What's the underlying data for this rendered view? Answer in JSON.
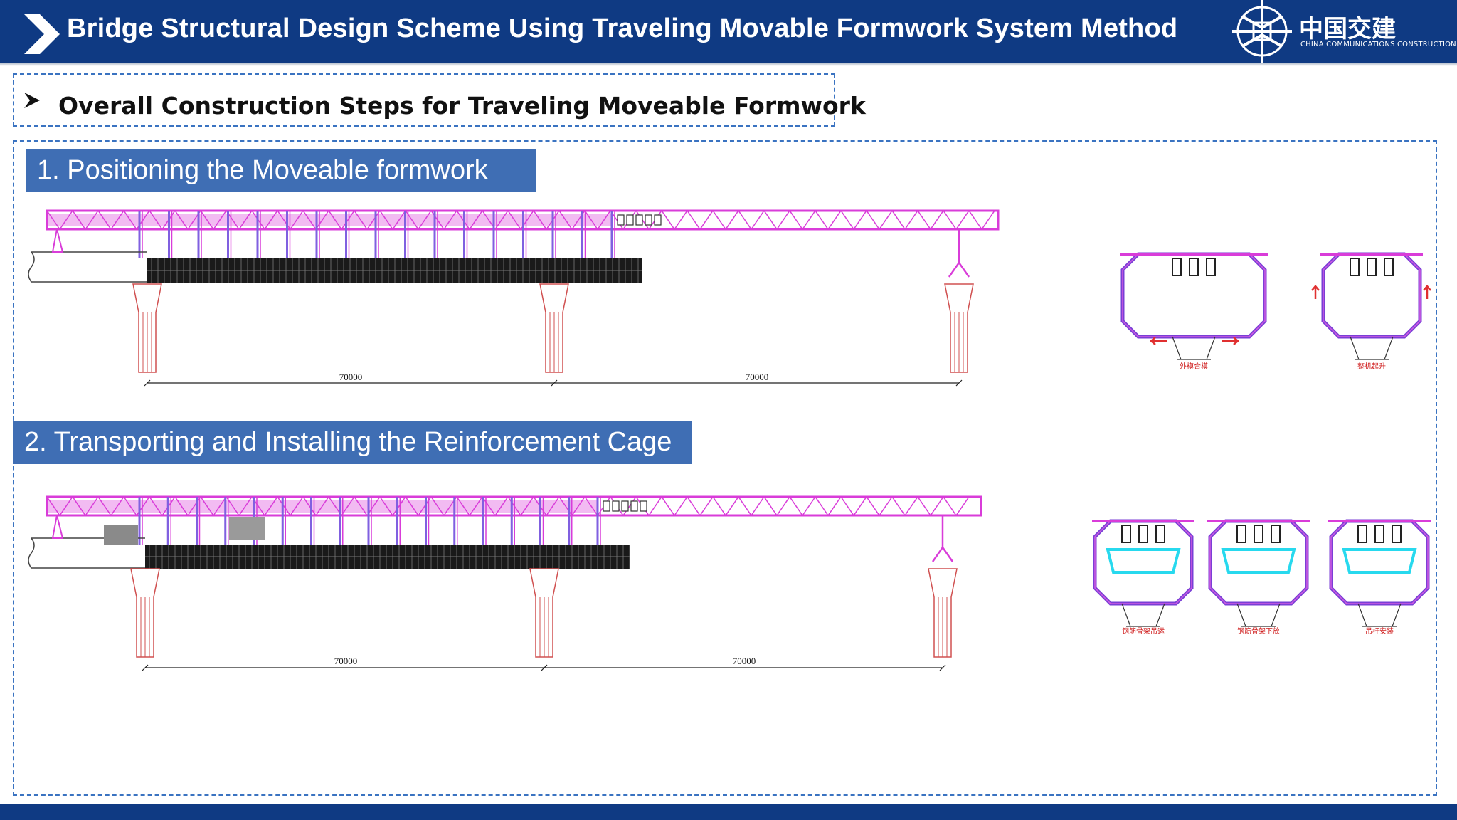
{
  "header": {
    "title": "Bridge Structural Design Scheme Using Traveling Movable Formwork System Method",
    "logo_cn": "中国交建",
    "logo_en": "CHINA COMMUNICATIONS CONSTRUCTION"
  },
  "section": {
    "subtitle": "Overall Construction Steps for Traveling Moveable Formwork"
  },
  "steps": [
    {
      "label": "1. Positioning the Moveable formwork",
      "spans": [
        "70000",
        "70000"
      ],
      "captions": [
        "外模合模",
        "整机起升"
      ]
    },
    {
      "label": "2. Transporting and Installing the Reinforcement Cage",
      "spans": [
        "70000",
        "70000"
      ],
      "captions": [
        "钢筋骨架吊运",
        "钢筋骨架下放",
        "吊杆安装"
      ]
    }
  ],
  "colors": {
    "header_bg": "#0f3a83",
    "step_bar": "#3f6eb4",
    "dashed_border": "#3a73c1",
    "truss": "#d93cd9",
    "hanger": "#8060e0",
    "pier": "#d05050",
    "formwork_section": "#7a3fd6",
    "cage": "#27d9ee"
  },
  "icons": {
    "header_marker": "chevron-right-icon",
    "subtitle_marker": "arrowhead-bullet-icon",
    "logo": "ccc-logo-icon"
  }
}
